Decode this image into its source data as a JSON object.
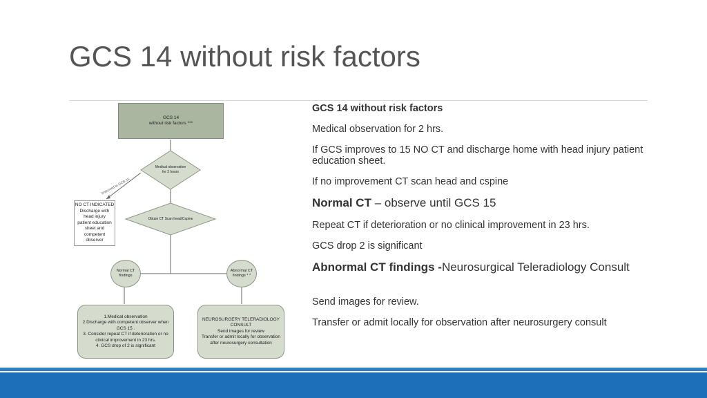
{
  "slide": {
    "title": "GCS 14 without risk factors"
  },
  "flowchart": {
    "start_box": {
      "line1": "GCS 14",
      "line2": "without risk factors ***"
    },
    "diamond_observation": {
      "line1": "Medical observation",
      "line2": "for 2 hours"
    },
    "edge_improved": "Improved to GCS 15",
    "no_ct_box": [
      "NO CT INDICATED",
      "Discharge with",
      "head injury",
      "patient education",
      "sheet and",
      "competent",
      "observer"
    ],
    "diamond_ct": "Obtain CT Scan head/Cspine",
    "normal_ct": {
      "line1": "Normal CT",
      "line2": "findings"
    },
    "abnormal_ct": {
      "line1": "Abnormal CT",
      "line2": "findings * *"
    },
    "left_result": [
      "1.Medical observation",
      "2.Discharge with competent observer when",
      "GCS 15 .",
      "3. Consider repeat CT if deterioration or no",
      "clinical improvement in 23 hrs.",
      "4. GCS drop of 2 is significant"
    ],
    "right_result": [
      "NEUROSURGERY TELERADIOLOGY",
      "CONSULT",
      "Send images for review",
      "Transfer or admit locally for observation",
      "after neurosurgery consultation"
    ]
  },
  "notes": {
    "heading": "GCS 14 without risk factors",
    "obs": "Medical observation for 2 hrs.",
    "improves": "If GCS improves to 15 NO CT and discharge home with head injury patient education sheet.",
    "no_improvement": "If no improvement CT scan head and cspine",
    "normal_label": "Normal CT",
    "normal_text": " – observe until GCS 15",
    "repeat": "Repeat CT if deterioration or no clinical improvement in 23 hrs.",
    "drop": "GCS drop 2 is significant",
    "abnormal_label": "Abnormal CT findings -",
    "abnormal_text": "Neurosurgical Teleradiology Consult",
    "send": "Send images for review.",
    "transfer": "Transfer or admit locally for observation after neurosurgery consult"
  },
  "colors": {
    "footer": "#1c6fb8",
    "box_dark": "#aab6a0",
    "box_light": "#d6dccd"
  }
}
